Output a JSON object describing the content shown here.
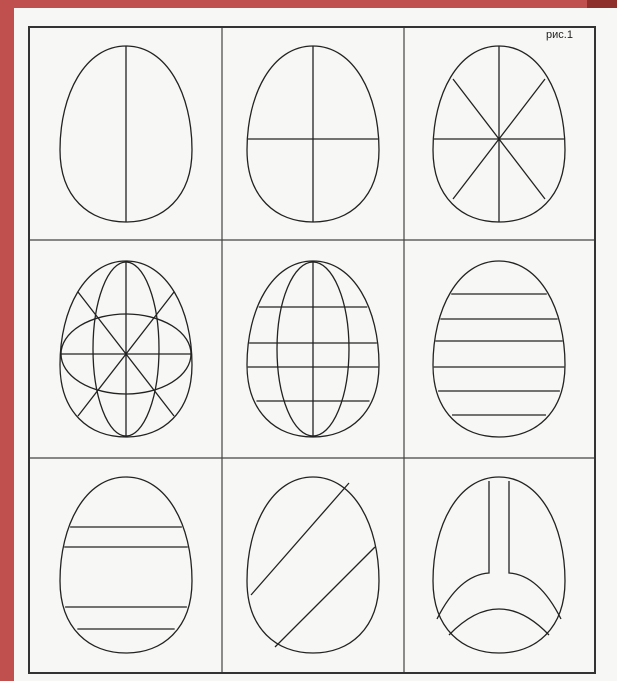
{
  "figure": {
    "label": "рис.1"
  },
  "colors": {
    "background": "#c0504d",
    "paper": "#f7f7f5",
    "line": "#222222"
  },
  "eggs": [
    {
      "pattern": "vertical-line"
    },
    {
      "pattern": "cross"
    },
    {
      "pattern": "eight-rays"
    },
    {
      "pattern": "rays-with-ellipses"
    },
    {
      "pattern": "meridians-and-horizontals"
    },
    {
      "pattern": "horizontal-stripes"
    },
    {
      "pattern": "two-horizontal-bands"
    },
    {
      "pattern": "diagonal-band"
    },
    {
      "pattern": "y-shaped-band"
    }
  ]
}
